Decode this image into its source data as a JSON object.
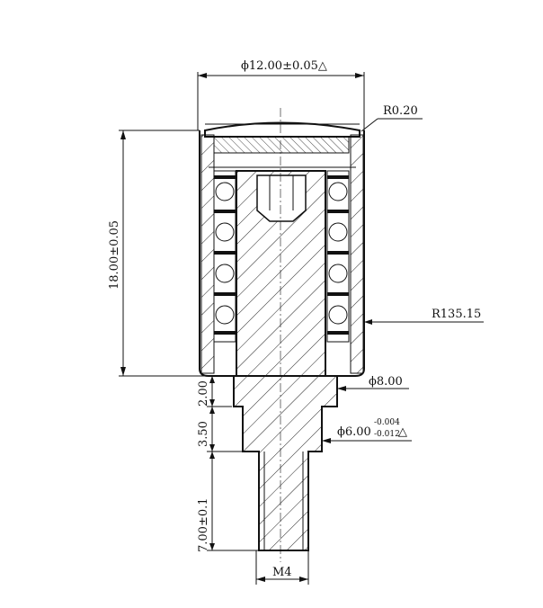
{
  "dimensions": {
    "top_diameter": "ϕ12.00±0.05△",
    "corner_radius": "R0.20",
    "side_radius": "R135.15",
    "overall_height": "18.00±0.05",
    "flange_height": "2.00",
    "flange_diameter": "ϕ8.00",
    "neck_height": "3.50",
    "neck_diameter_base": "ϕ6.00",
    "neck_tol_upper": "-0.004",
    "neck_tol_lower": "-0.012",
    "neck_tol_mark": "△",
    "thread_length": "7.00±0.1",
    "thread": "M4"
  },
  "colors": {
    "line": "#111111",
    "background": "#ffffff"
  }
}
